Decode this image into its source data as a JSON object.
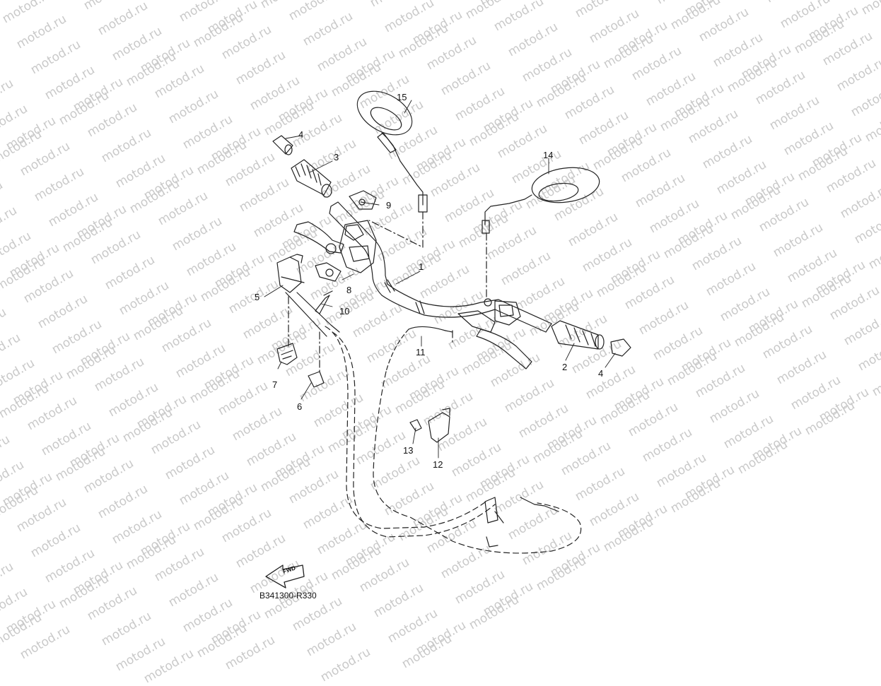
{
  "watermark": {
    "text": "motod.ru"
  },
  "callouts": {
    "c1": "1",
    "c2": "2",
    "c3": "3",
    "c4a": "4",
    "c4b": "4",
    "c5": "5",
    "c6": "6",
    "c7": "7",
    "c8": "8",
    "c9": "9",
    "c10": "10",
    "c11": "11",
    "c12": "12",
    "c13": "13",
    "c14": "14",
    "c15": "15"
  },
  "fwd_label": "FWD",
  "diagram_code": "B341300-R330",
  "colors": {
    "line": "#222222",
    "watermark": "#c9c9c9",
    "background": "#ffffff"
  }
}
